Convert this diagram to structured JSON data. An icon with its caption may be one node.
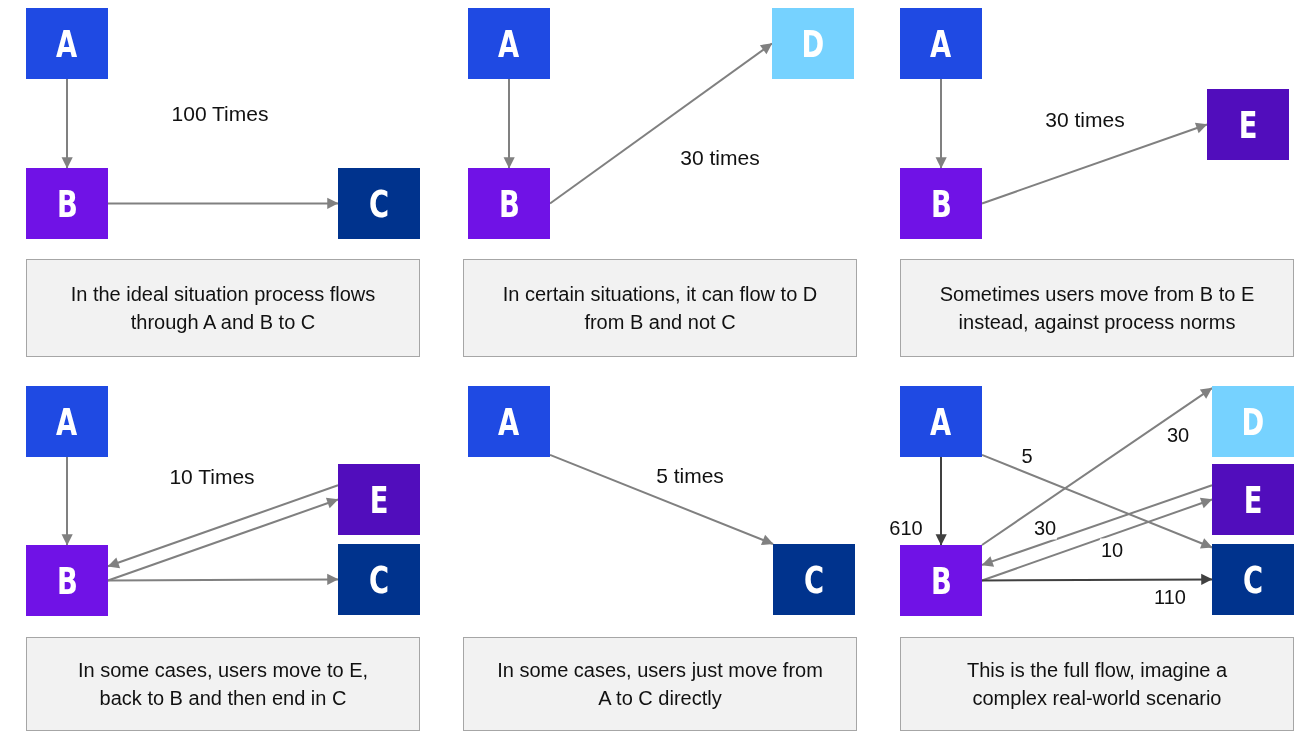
{
  "diagram": {
    "nodes": [
      {
        "text": [
          "A"
        ]
      },
      {
        "text": [
          "B"
        ]
      },
      {
        "text": [
          "C"
        ]
      },
      {
        "text": [
          "In the ideal situation process flows through A and B to C"
        ]
      },
      {
        "text": [
          "A"
        ]
      },
      {
        "text": [
          "B"
        ]
      },
      {
        "text": [
          "D"
        ]
      },
      {
        "text": [
          "In certain situations, it can flow to D from B and not C"
        ]
      },
      {
        "text": [
          "A"
        ]
      },
      {
        "text": [
          "B"
        ]
      },
      {
        "text": [
          "E"
        ]
      },
      {
        "text": [
          "Sometimes users move from B to E instead, against process norms"
        ]
      },
      {
        "text": [
          "A"
        ]
      },
      {
        "text": [
          "B"
        ]
      },
      {
        "text": [
          "E"
        ]
      },
      {
        "text": [
          "C"
        ]
      },
      {
        "text": [
          "In some cases, users move to E, back to B and then end in C"
        ]
      },
      {
        "text": [
          "A"
        ]
      },
      {
        "text": [
          "C"
        ]
      },
      {
        "text": [
          "In some cases, users just move from A to C directly"
        ]
      },
      {
        "text": [
          "A"
        ]
      },
      {
        "text": [
          "D"
        ]
      },
      {
        "text": [
          "E"
        ]
      },
      {
        "text": [
          "B"
        ]
      },
      {
        "text": [
          "C"
        ]
      },
      {
        "text": [
          "This is the full flow, imagine a complex real-world scenario"
        ]
      }
    ],
    "edges": [
      {
        "from": 0,
        "to": 1,
        "arrow": "to"
      },
      {
        "from": 1,
        "to": 2,
        "arrow": "to"
      },
      {
        "from": 4,
        "to": 5,
        "arrow": "to"
      },
      {
        "from": 5,
        "to": 6,
        "arrow": "to"
      },
      {
        "from": 8,
        "to": 9,
        "arrow": "to"
      },
      {
        "from": 9,
        "to": 10,
        "arrow": "to"
      },
      {
        "from": 12,
        "to": 13,
        "arrow": "to"
      },
      {
        "from": 14,
        "to": 13,
        "arrow": "to"
      },
      {
        "from": 13,
        "to": 14,
        "arrow": "to"
      },
      {
        "from": 13,
        "to": 15,
        "arrow": "to"
      },
      {
        "from": 17,
        "to": 18,
        "arrow": "to"
      },
      {
        "from": 20,
        "to": 23,
        "arrow": "to",
        "label": "610",
        "color": "#404040"
      },
      {
        "from": 20,
        "to": 24,
        "arrow": "to",
        "label": "5"
      },
      {
        "from": 23,
        "to": 21,
        "arrow": "to",
        "label": "30"
      },
      {
        "from": 22,
        "to": 23,
        "arrow": "to",
        "label": "30"
      },
      {
        "from": 23,
        "to": 22,
        "arrow": "to",
        "label": "10"
      },
      {
        "from": 23,
        "to": 24,
        "arrow": "to",
        "label": "110",
        "color": "#404040"
      }
    ],
    "labels": [
      "100 Times",
      "30 times",
      "30 times",
      "10 Times",
      "5 times"
    ]
  }
}
